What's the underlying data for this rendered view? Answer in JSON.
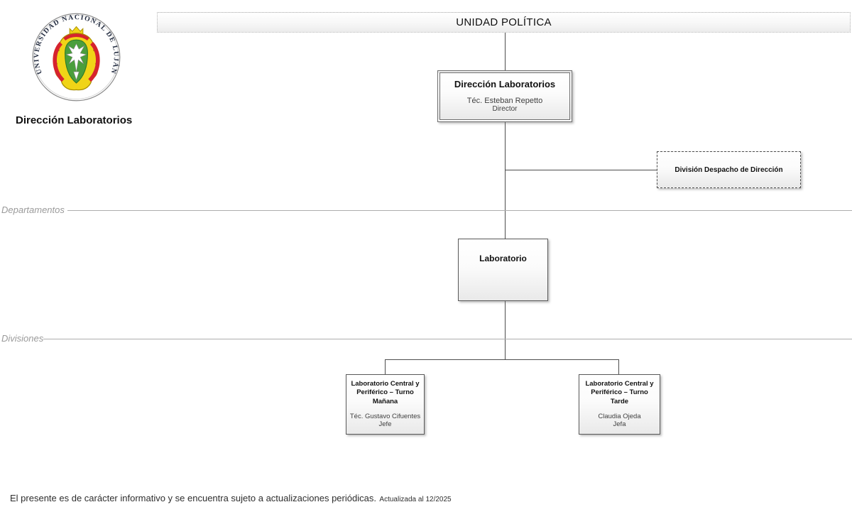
{
  "header": {
    "unit_label": "UNIDAD POLÍTICA"
  },
  "branding": {
    "org_title": "Dirección Laboratorios",
    "logo_ring_text": "UNIVERSIDAD NACIONAL DE LUJÁN",
    "logo_colors": {
      "yellow": "#f0d417",
      "red": "#d6232e",
      "green": "#4a9e3c",
      "white": "#ffffff",
      "ring_text": "#232c40"
    }
  },
  "sections": {
    "departamentos": {
      "label": "Departamentos"
    },
    "divisiones": {
      "label": "Divisiones"
    }
  },
  "nodes": {
    "direccion": {
      "title": "Dirección Laboratorios",
      "person": "Téc. Esteban Repetto",
      "role": "Director"
    },
    "despacho": {
      "title": "División Despacho de Dirección"
    },
    "laboratorio": {
      "title": "Laboratorio"
    },
    "turno_manana": {
      "title_lines": [
        "Laboratorio Central y",
        "Periférico – Turno",
        "Mañana"
      ],
      "person": "Téc. Gustavo Cifuentes",
      "role": "Jefe"
    },
    "turno_tarde": {
      "title_lines": [
        "Laboratorio Central y",
        "Periférico – Turno Tarde"
      ],
      "person": "Claudia Ojeda",
      "role": "Jefa"
    }
  },
  "footer": {
    "disclaimer": "El presente es de carácter informativo y se encuentra sujeto a actualizaciones periódicas.",
    "updated_note": "Actualizada al 12/2025"
  }
}
